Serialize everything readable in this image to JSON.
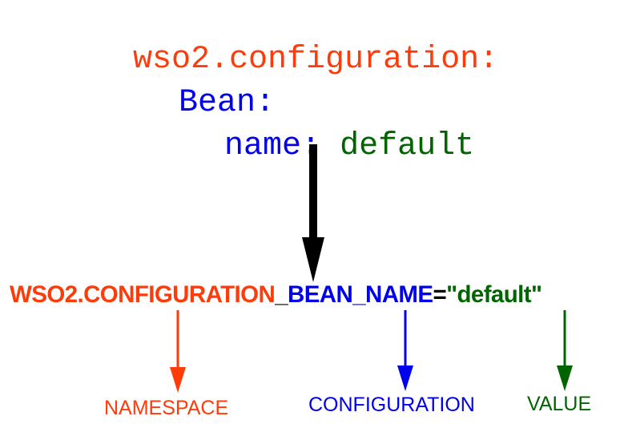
{
  "yaml": {
    "namespace_key": "wso2.configuration:",
    "bean_key": "Bean:",
    "name_key": "name:",
    "name_value": "default"
  },
  "env_var": {
    "namespace_part": "WSO2.CONFIGURATION",
    "separator": "_",
    "config_part": "BEAN_NAME",
    "equals": "=",
    "value_part": "\"default\""
  },
  "labels": {
    "namespace": "NAMESPACE",
    "configuration": "CONFIGURATION",
    "value": "VALUE"
  },
  "colors": {
    "namespace": "#ff3b0a",
    "configuration": "#0000ee",
    "value": "#006400",
    "neutral": "#000000"
  }
}
